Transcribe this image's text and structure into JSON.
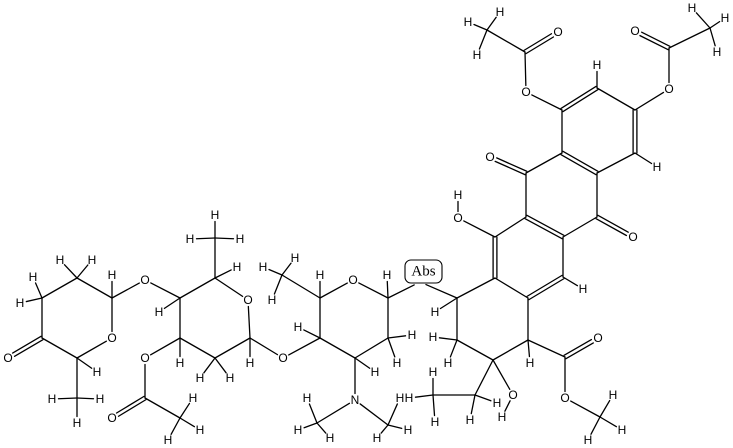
{
  "diagram": {
    "type": "chemical-structure",
    "atom_symbols": {
      "oxygen": "O",
      "hydrogen": "H",
      "nitrogen": "N"
    },
    "stereo_label": "Abs",
    "colors": {
      "bond": "#000000",
      "text": "#000000",
      "background": "#ffffff"
    }
  }
}
